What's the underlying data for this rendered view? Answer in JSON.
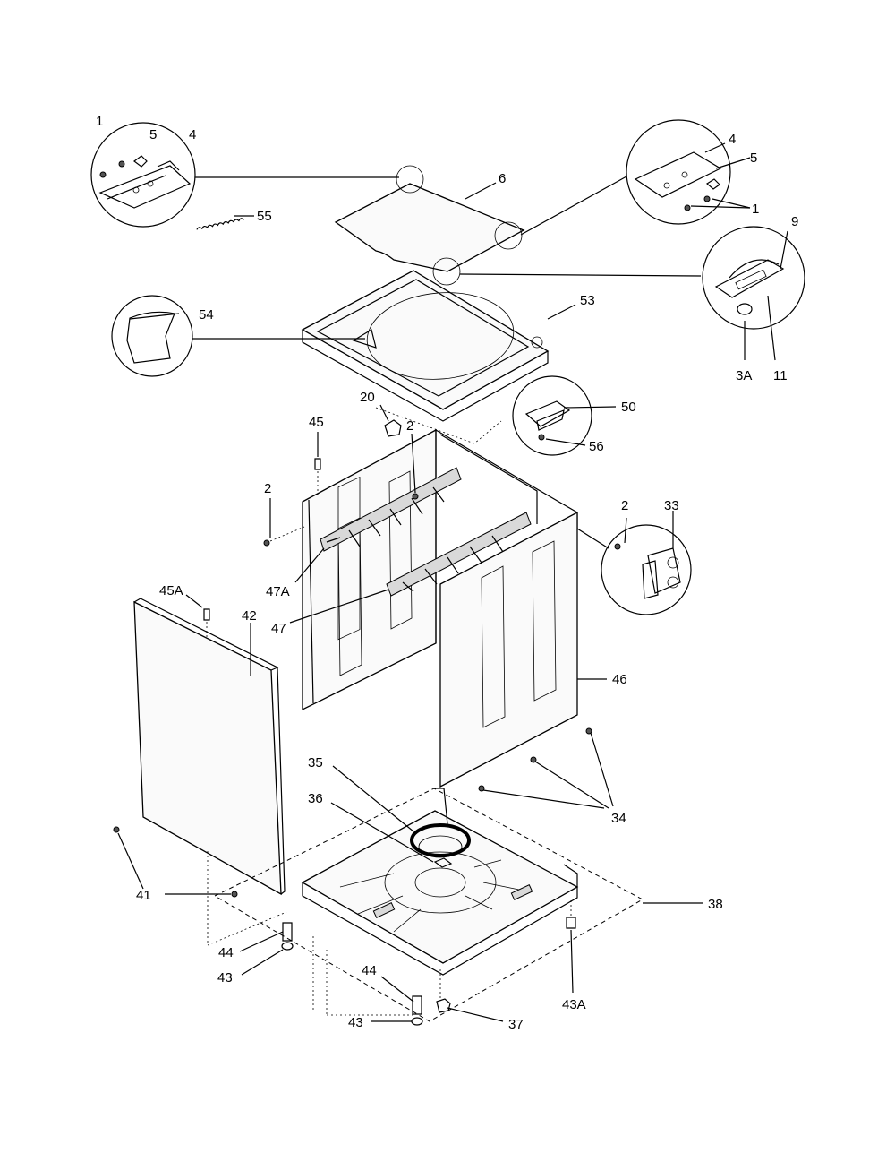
{
  "labels": {
    "l1a": "1",
    "l5a": "5",
    "l4a": "4",
    "l55": "55",
    "l6": "6",
    "l4b": "4",
    "l5b": "5",
    "l1b": "1",
    "l9": "9",
    "l3A": "3A",
    "l11": "11",
    "l54": "54",
    "l53": "53",
    "l20": "20",
    "l2a": "2",
    "l45": "45",
    "l50": "50",
    "l56": "56",
    "l2b": "2",
    "l2c": "2",
    "l33": "33",
    "l47A": "47A",
    "l47": "47",
    "l45A": "45A",
    "l42": "42",
    "l46": "46",
    "l35": "35",
    "l36": "36",
    "l34": "34",
    "l41": "41",
    "l38": "38",
    "l44a": "44",
    "l43a": "43",
    "l44b": "44",
    "l43b": "43",
    "l37": "37",
    "l43A": "43A"
  }
}
